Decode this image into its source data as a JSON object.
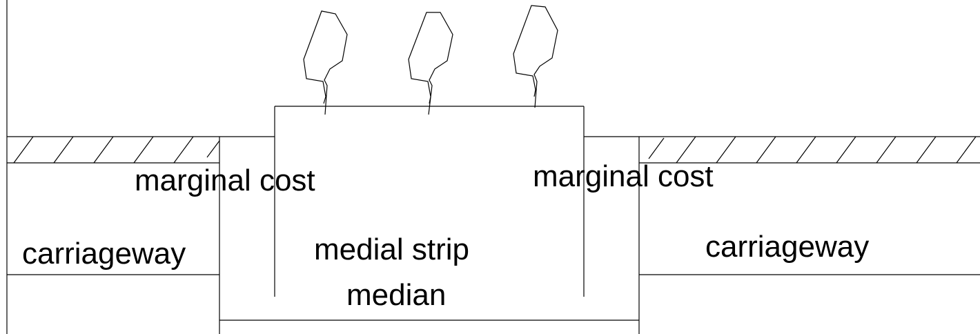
{
  "diagram": {
    "labels": {
      "marginal_cost_left": "marginal cost",
      "marginal_cost_right": "marginal cost",
      "carriageway_left": "carriageway",
      "carriageway_right": "carriageway",
      "medial_strip": "medial strip",
      "median": "median"
    },
    "trees": [
      "tree",
      "tree",
      "tree"
    ],
    "colors": {
      "line": "#000000",
      "background": "#ffffff"
    }
  }
}
